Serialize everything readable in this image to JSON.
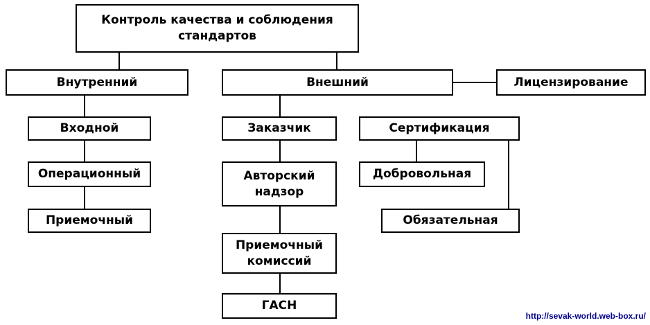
{
  "nodes": {
    "root": "Контроль качества и соблюдения стандартов",
    "internal": "Внутренний",
    "external": "Внешний",
    "licensing": "Лицензирование",
    "incoming": "Входной",
    "operational": "Операционный",
    "acceptance": "Приемочный",
    "customer": "Заказчик",
    "author_supervision": "Авторский надзор",
    "acceptance_commission": "Приемочный комиссий",
    "gasn": "ГАСН",
    "certification": "Сертификация",
    "voluntary": "Добровольная",
    "mandatory": "Обязательная"
  },
  "footer": {
    "url": "http://sevak-world.web-box.ru/"
  }
}
